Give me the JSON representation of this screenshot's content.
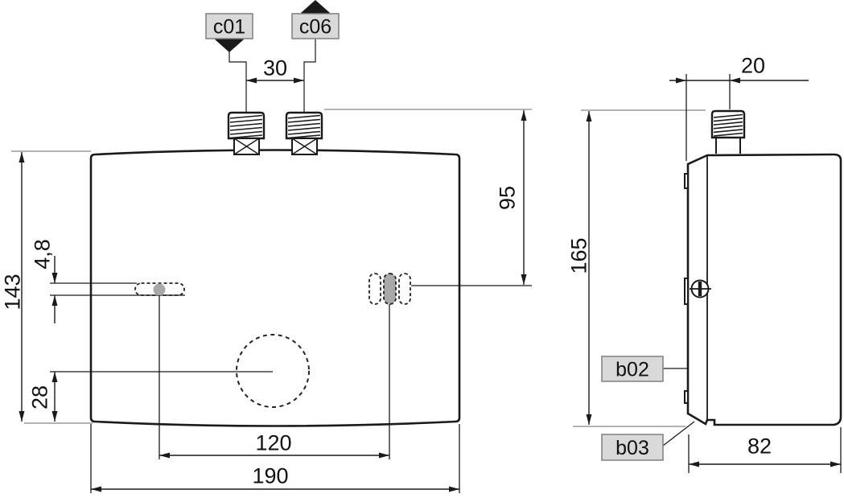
{
  "drawing_type": "technical-dimension-drawing",
  "colors": {
    "line": "#1a1a1a",
    "ext_line": "#9a9a9a",
    "label_bg": "#d9d9d9",
    "label_border": "#7f7f7f",
    "feature_fill": "#a8a8a8",
    "background": "#ffffff"
  },
  "front_view": {
    "ports": {
      "inlet_label": "c01",
      "outlet_label": "c06"
    },
    "dimensions": {
      "port_spacing": "30",
      "body_height": "143",
      "slot_height": "4,8",
      "knob_bottom_offset": "28",
      "keyhole_spacing": "120",
      "body_width": "190",
      "port_to_keyhole": "95"
    }
  },
  "side_view": {
    "labels": {
      "cable_entry": "b02",
      "outlet_bottom": "b03"
    },
    "dimensions": {
      "port_offset": "20",
      "total_height": "165",
      "body_depth": "82"
    }
  }
}
